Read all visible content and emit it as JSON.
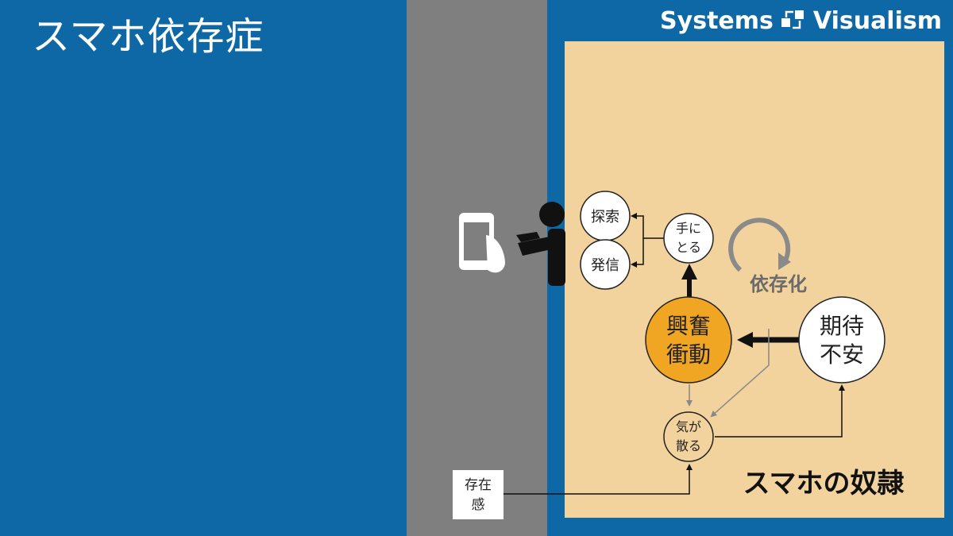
{
  "title": "スマホ依存症",
  "brand": {
    "left": "Systems",
    "right": "Visualism",
    "logo_icon": "systems-visualism-logo-icon"
  },
  "colors": {
    "background_blue": "#0e68a5",
    "divider_gray": "#7f7f7f",
    "canvas_tan": "#f3d39d",
    "excitement_orange": "#f0a622"
  },
  "diagram": {
    "nodes": {
      "tansaku": "探索",
      "hasshin": "発信",
      "tenitoru_1": "手に",
      "tenitoru_2": "とる",
      "kofun_1": "興奮",
      "kofun_2": "衝動",
      "kitai_1": "期待",
      "kitai_2": "不安",
      "kigachiru_1": "気が",
      "kigachiru_2": "散る",
      "sonzai_1": "存在",
      "sonzai_2": "感"
    },
    "loop_label": "依存化",
    "banner": "スマホの奴隷"
  }
}
